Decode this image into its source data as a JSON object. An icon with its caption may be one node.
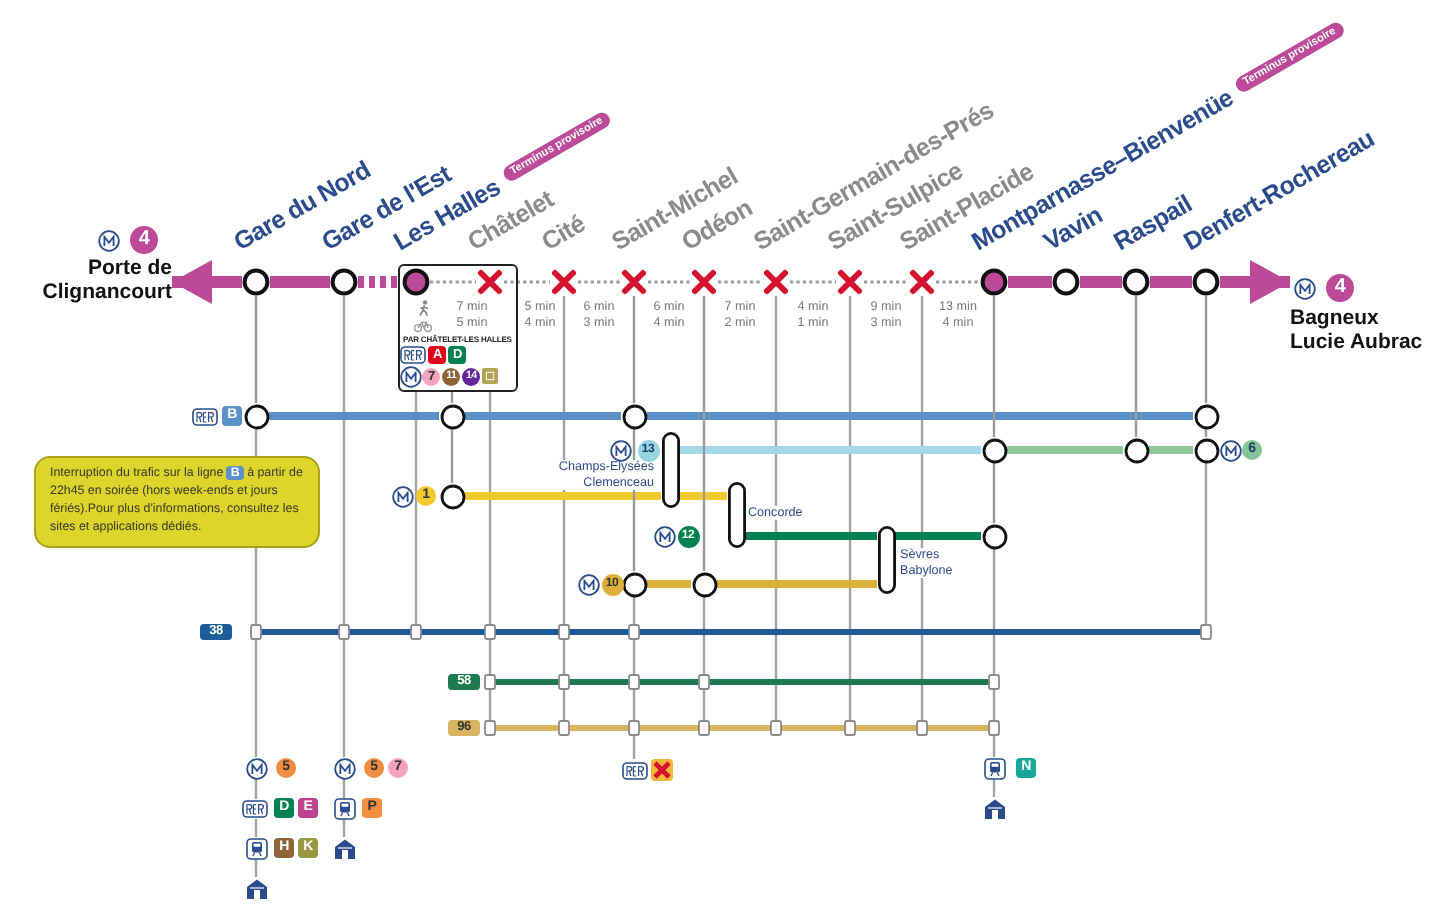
{
  "diagram": {
    "nodes": [
      {
        "text": [
          "4",
          "Porte de Clignancourt"
        ]
      },
      {
        "text": [],
        "shape": "circle",
        "beside": [
          "Gare du Nord"
        ]
      },
      {
        "text": [],
        "shape": "circle",
        "beside": [
          "Gare de l'Est"
        ]
      },
      {
        "text": [
          "PAR CHÂTELET-LES HALLES",
          "A",
          "D",
          "7",
          "11",
          "14"
        ]
      },
      {
        "text": [],
        "shape": "circle",
        "beside": [
          "Les Halles",
          "Terminus provisoire"
        ],
        "in": 3
      },
      {
        "text": [],
        "shape": "cross",
        "beside": [
          "Châtelet"
        ],
        "in": 3
      },
      {
        "text": [],
        "shape": "cross",
        "beside": [
          "Cité"
        ]
      },
      {
        "text": [],
        "shape": "cross",
        "beside": [
          "Saint-Michel"
        ]
      },
      {
        "text": [],
        "shape": "cross",
        "beside": [
          "Odéon"
        ]
      },
      {
        "text": [],
        "shape": "cross",
        "beside": [
          "Saint-Germain-des-Prés"
        ]
      },
      {
        "text": [],
        "shape": "cross",
        "beside": [
          "Saint-Sulpice"
        ]
      },
      {
        "text": [],
        "shape": "cross",
        "beside": [
          "Saint-Placide"
        ]
      },
      {
        "text": [],
        "shape": "circle",
        "beside": [
          "Montparnasse–Bienvenüe",
          "Terminus provisoire"
        ]
      },
      {
        "text": [],
        "shape": "circle",
        "beside": [
          "Vavin"
        ]
      },
      {
        "text": [],
        "shape": "circle",
        "beside": [
          "Raspail"
        ]
      },
      {
        "text": [],
        "shape": "circle",
        "beside": [
          "Denfert-Rochereau"
        ]
      },
      {
        "text": [
          "4",
          "Bagneux Lucie Aubrac"
        ]
      },
      {
        "text": [
          "Interruption du trafic sur la ligne **B** à partir de 22h45 en soirée (hors week-ends et jours fériés).Pour plus d'informations, consultez les sites et applications dédiés."
        ]
      },
      {
        "text": [],
        "shape": "circle"
      },
      {
        "text": [],
        "shape": "circle"
      },
      {
        "text": [],
        "shape": "circle"
      },
      {
        "text": [],
        "shape": "circle"
      },
      {
        "text": [],
        "shape": "bar",
        "beside": [
          "Champs-Elysées Clemenceau"
        ]
      },
      {
        "text": [],
        "shape": "circle"
      },
      {
        "text": [],
        "shape": "circle"
      },
      {
        "text": [],
        "shape": "circle"
      },
      {
        "text": [],
        "shape": "circle"
      },
      {
        "text": [],
        "shape": "bar",
        "beside": [
          "Concorde"
        ]
      },
      {
        "text": [],
        "shape": "circle"
      },
      {
        "text": [],
        "shape": "bar",
        "beside": [
          "Sèvres Babylone"
        ]
      },
      {
        "text": [],
        "shape": "circle"
      },
      {
        "text": [],
        "shape": "circle"
      }
    ],
    "edges": [
      {
        "from": 1,
        "to": 0,
        "arrow": "to",
        "style": "thick",
        "color": "#bd4a98"
      },
      {
        "from": 1,
        "to": 2,
        "arrow": "none",
        "style": "thick",
        "color": "#bd4a98"
      },
      {
        "from": 2,
        "to": 4,
        "arrow": "none",
        "style": "dashed",
        "color": "#bd4a98"
      },
      {
        "from": 4,
        "to": 5,
        "arrow": "none",
        "label": "7 min 5 min",
        "style": "dashed"
      },
      {
        "from": 5,
        "to": 6,
        "arrow": "none",
        "label": "5 min 4 min",
        "style": "dashed"
      },
      {
        "from": 6,
        "to": 7,
        "arrow": "none",
        "label": "6 min 3 min",
        "style": "dashed"
      },
      {
        "from": 7,
        "to": 8,
        "arrow": "none",
        "label": "6 min 4 min",
        "style": "dashed"
      },
      {
        "from": 8,
        "to": 9,
        "arrow": "none",
        "label": "7 min 2 min",
        "style": "dashed"
      },
      {
        "from": 9,
        "to": 10,
        "arrow": "none",
        "label": "4 min 1 min",
        "style": "dashed"
      },
      {
        "from": 10,
        "to": 11,
        "arrow": "none",
        "label": "9 min 3 min",
        "style": "dashed"
      },
      {
        "from": 11,
        "to": 12,
        "arrow": "none",
        "label": "13 min 4 min",
        "style": "dashed"
      },
      {
        "from": 12,
        "to": 13,
        "arrow": "none",
        "style": "thick",
        "color": "#bd4a98"
      },
      {
        "from": 13,
        "to": 14,
        "arrow": "none",
        "style": "thick",
        "color": "#bd4a98"
      },
      {
        "from": 14,
        "to": 15,
        "arrow": "none",
        "style": "thick",
        "color": "#bd4a98"
      },
      {
        "from": 15,
        "to": 16,
        "arrow": "to",
        "style": "thick",
        "color": "#bd4a98"
      },
      {
        "from": 18,
        "to": 19,
        "arrow": "none",
        "style": "thick",
        "color": "#5b91c8"
      },
      {
        "from": 19,
        "to": 20,
        "arrow": "none",
        "style": "thick",
        "color": "#5b91c8"
      },
      {
        "from": 20,
        "to": 21,
        "arrow": "none",
        "style": "thick",
        "color": "#5b91c8"
      },
      {
        "from": 22,
        "to": 23,
        "arrow": "none",
        "style": "thick",
        "color": "#a4d8e6"
      },
      {
        "from": 23,
        "to": 24,
        "arrow": "none",
        "style": "thick",
        "color": "#8ec89a"
      },
      {
        "from": 24,
        "to": 25,
        "arrow": "none",
        "style": "thick",
        "color": "#8ec89a"
      },
      {
        "from": 26,
        "to": 22,
        "arrow": "none",
        "style": "thick",
        "color": "#f2c931"
      },
      {
        "from": 22,
        "to": 27,
        "arrow": "none",
        "style": "thick",
        "color": "#f2c931"
      },
      {
        "from": 27,
        "to": 29,
        "arrow": "none",
        "style": "thick",
        "color": "#00814f"
      },
      {
        "from": 29,
        "to": 28,
        "arrow": "none",
        "style": "thick",
        "color": "#00814f"
      },
      {
        "from": 30,
        "to": 31,
        "arrow": "none",
        "style": "thick",
        "color": "#dfb039"
      },
      {
        "from": 31,
        "to": 29,
        "arrow": "none",
        "style": "thick",
        "color": "#dfb039"
      },
      {
        "from": 1,
        "to": 18,
        "arrow": "none"
      },
      {
        "from": 3,
        "to": 19,
        "arrow": "none"
      },
      {
        "from": 19,
        "to": 26,
        "arrow": "none"
      },
      {
        "from": 7,
        "to": 20,
        "arrow": "none"
      },
      {
        "from": 20,
        "to": 30,
        "arrow": "none"
      },
      {
        "from": 8,
        "to": 31,
        "arrow": "none"
      },
      {
        "from": 12,
        "to": 23,
        "arrow": "none"
      },
      {
        "from": 23,
        "to": 28,
        "arrow": "none"
      },
      {
        "from": 14,
        "to": 24,
        "arrow": "none"
      },
      {
        "from": 15,
        "to": 21,
        "arrow": "none"
      },
      {
        "from": 21,
        "to": 25,
        "arrow": "none"
      }
    ],
    "labels": [
      "B",
      "13",
      "6",
      "1",
      "12",
      "10",
      "38",
      "58",
      "96",
      "5",
      "5",
      "7",
      "N",
      "D",
      "E",
      "P",
      "H",
      "K"
    ]
  }
}
